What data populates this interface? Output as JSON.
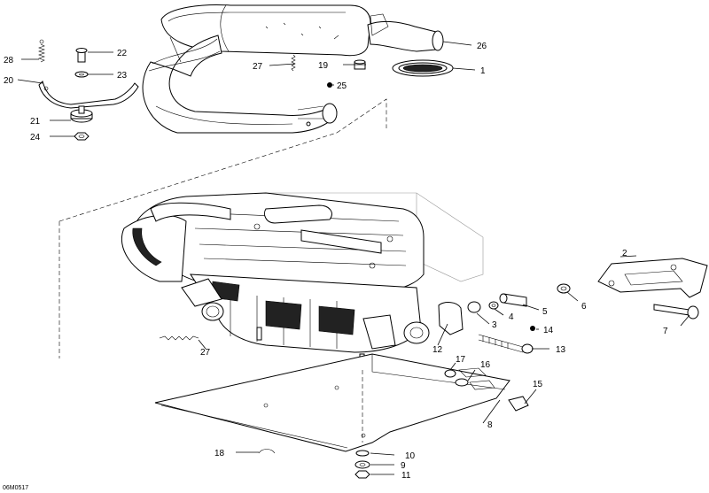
{
  "diagram": {
    "drawing_code": "06M0517",
    "callouts": [
      {
        "id": "c1",
        "label": "1"
      },
      {
        "id": "c2",
        "label": "2"
      },
      {
        "id": "c3",
        "label": "3"
      },
      {
        "id": "c4",
        "label": "4"
      },
      {
        "id": "c5",
        "label": "5"
      },
      {
        "id": "c6",
        "label": "6"
      },
      {
        "id": "c7",
        "label": "7"
      },
      {
        "id": "c8",
        "label": "8"
      },
      {
        "id": "c9",
        "label": "9"
      },
      {
        "id": "c10",
        "label": "10"
      },
      {
        "id": "c11",
        "label": "11"
      },
      {
        "id": "c12",
        "label": "12"
      },
      {
        "id": "c13",
        "label": "13"
      },
      {
        "id": "c14",
        "label": "14"
      },
      {
        "id": "c15",
        "label": "15"
      },
      {
        "id": "c16",
        "label": "16"
      },
      {
        "id": "c17",
        "label": "17"
      },
      {
        "id": "c18",
        "label": "18"
      },
      {
        "id": "c19",
        "label": "19"
      },
      {
        "id": "c20",
        "label": "20"
      },
      {
        "id": "c21",
        "label": "21"
      },
      {
        "id": "c22",
        "label": "22"
      },
      {
        "id": "c23",
        "label": "23"
      },
      {
        "id": "c24",
        "label": "24"
      },
      {
        "id": "c25",
        "label": "25"
      },
      {
        "id": "c26",
        "label": "26"
      },
      {
        "id": "c27a",
        "label": "27"
      },
      {
        "id": "c27b",
        "label": "27"
      },
      {
        "id": "c28",
        "label": "28"
      }
    ]
  }
}
